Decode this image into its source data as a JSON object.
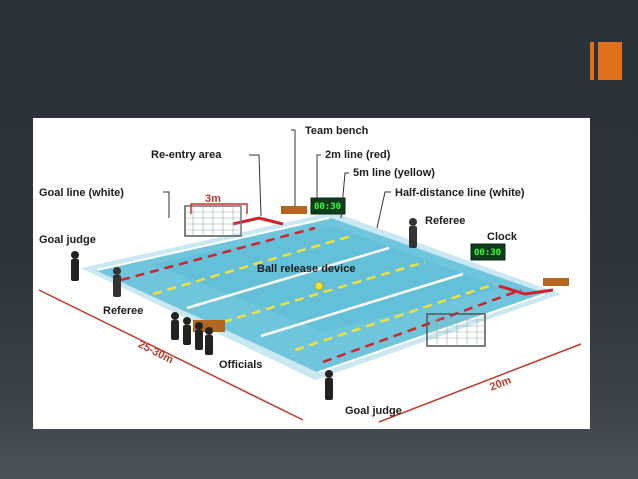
{
  "slide": {
    "background": "#2d343b",
    "accent_color": "#e0701c"
  },
  "diagram": {
    "labels": {
      "team_bench": "Team bench",
      "reentry_area": "Re-entry area",
      "two_m_line": "2m line (red)",
      "five_m_line": "5m line (yellow)",
      "goal_line": "Goal line (white)",
      "half_distance": "Half-distance line (white)",
      "goal_judge_left": "Goal judge",
      "referee_right": "Referee",
      "clock": "Clock",
      "ball_release": "Ball release device",
      "referee_left": "Referee",
      "officials": "Officials",
      "goal_judge_bottom": "Goal judge",
      "dim_3m": "3m",
      "dim_length": "25-30m",
      "dim_width": "20m"
    },
    "clock_readouts": [
      "00:30",
      "00:30"
    ],
    "colors": {
      "pool_water": "#6fc6dc",
      "pool_deep": "#4fb3cf",
      "deck": "#c9e8f2",
      "red_line": "#d4202a",
      "yellow_line": "#f2e03a",
      "white_line": "#ffffff",
      "dimension": "#c0392b",
      "clock_bg": "#0e3d1c",
      "clock_digits": "#3cff3c",
      "bench": "#b5651d",
      "label_text": "#1c1c1c"
    }
  }
}
